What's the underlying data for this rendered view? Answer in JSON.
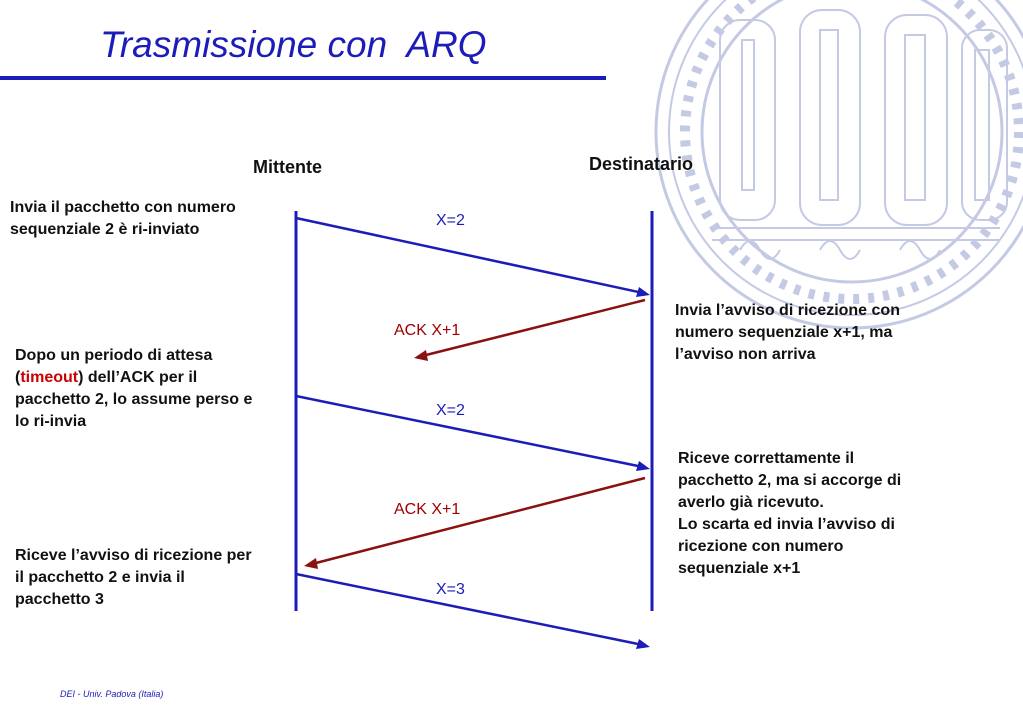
{
  "slide": {
    "title": "Trasmissione con  ARQ",
    "footer": "DEI - Univ. Padova (Italia)"
  },
  "colors": {
    "title": "#1c1cb8",
    "timeline": "#1c1cb8",
    "data_arrow": "#1c1cb8",
    "ack_arrow": "#8b1010",
    "highlight": "#cc0000",
    "seal": "#c4c9e4"
  },
  "diagram": {
    "sender": "Mittente",
    "receiver": "Destinatario",
    "messages": [
      {
        "label": "X=2",
        "kind": "data",
        "lost": false
      },
      {
        "label": "ACK X+1",
        "kind": "ack",
        "lost": true
      },
      {
        "label": "X=2",
        "kind": "data",
        "lost": false
      },
      {
        "label": "ACK X+1",
        "kind": "ack",
        "lost": false
      },
      {
        "label": "X=3",
        "kind": "data",
        "lost": false
      }
    ]
  },
  "notes": {
    "sender": [
      {
        "lines": [
          "Invia il pacchetto con numero",
          "sequenziale 2 è ri-inviato"
        ]
      },
      {
        "lines": [
          "Dopo un periodo di attesa"
        ],
        "line2_open": "(",
        "line2_highlight": "timeout",
        "line2_close": ") dell’ACK per il",
        "more_lines": [
          "pacchetto 2, lo assume perso e",
          "lo ri-invia"
        ]
      },
      {
        "lines": [
          "Riceve l’avviso di ricezione per",
          "il pacchetto 2 e invia il",
          "pacchetto 3"
        ]
      }
    ],
    "receiver": [
      {
        "lines": [
          "Invia l’avviso di ricezione con",
          "numero sequenziale x+1, ma",
          "l’avviso non arriva"
        ]
      },
      {
        "lines": [
          "Riceve correttamente il",
          "pacchetto 2, ma si accorge di",
          "averlo già ricevuto.",
          "Lo scarta ed invia l’avviso di",
          "ricezione con numero",
          "sequenziale x+1"
        ]
      }
    ]
  }
}
